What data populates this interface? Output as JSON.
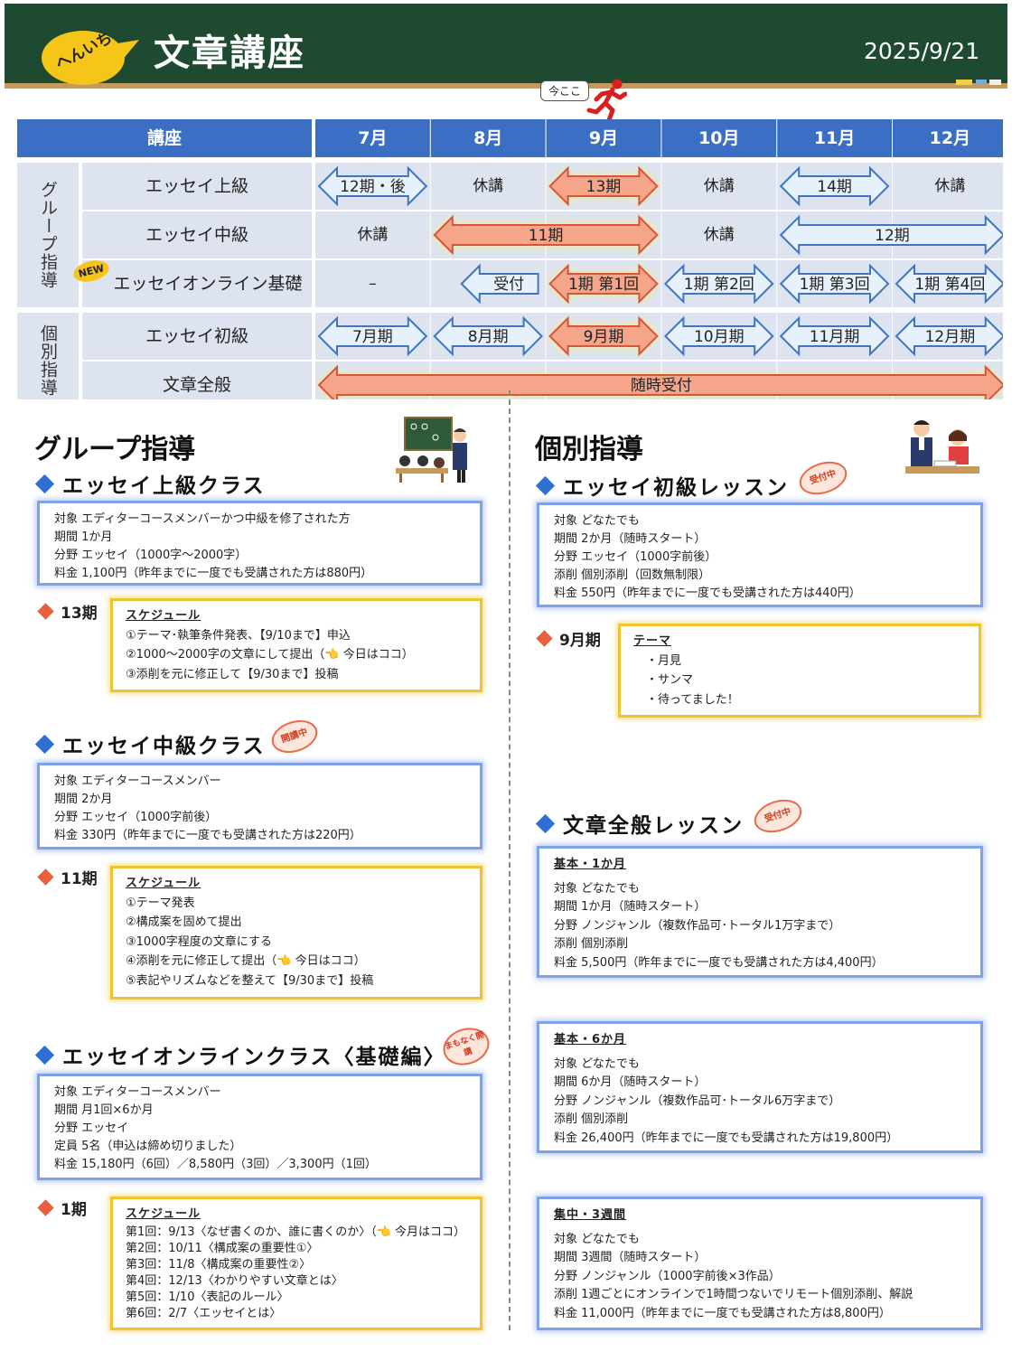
{
  "header": {
    "badge": "へんいち",
    "title": "文章講座",
    "date": "2025/9/21",
    "now_label": "今ここ"
  },
  "schedule": {
    "head_course": "講座",
    "months": [
      "7月",
      "8月",
      "9月",
      "10月",
      "11月",
      "12月"
    ],
    "groups": [
      {
        "label": "グループ指導",
        "rows": [
          0,
          1,
          2
        ]
      },
      {
        "label": "個別指導",
        "rows": [
          3,
          4
        ]
      }
    ],
    "new_badge": "NEW",
    "rows": [
      {
        "course": "エッセイ上級",
        "new": false,
        "cells": [
          {
            "start": 0,
            "span": 1,
            "text": "12期・後",
            "kind": "arrow"
          },
          {
            "start": 1,
            "span": 1,
            "text": "休講",
            "kind": "text"
          },
          {
            "start": 2,
            "span": 1,
            "text": "13期",
            "kind": "current"
          },
          {
            "start": 3,
            "span": 1,
            "text": "休講",
            "kind": "text"
          },
          {
            "start": 4,
            "span": 1,
            "text": "14期",
            "kind": "arrow"
          },
          {
            "start": 5,
            "span": 1,
            "text": "休講",
            "kind": "text"
          }
        ]
      },
      {
        "course": "エッセイ中級",
        "new": false,
        "cells": [
          {
            "start": 0,
            "span": 1,
            "text": "休講",
            "kind": "text"
          },
          {
            "start": 1,
            "span": 2,
            "text": "11期",
            "kind": "current"
          },
          {
            "start": 3,
            "span": 1,
            "text": "休講",
            "kind": "text"
          },
          {
            "start": 4,
            "span": 2,
            "text": "12期",
            "kind": "arrow"
          }
        ]
      },
      {
        "course": "エッセイオンライン基礎",
        "new": true,
        "cells": [
          {
            "start": 0,
            "span": 1,
            "text": "–",
            "kind": "text"
          },
          {
            "start": 1,
            "span": 1,
            "text": "受付",
            "kind": "leftarrow"
          },
          {
            "start": 2,
            "span": 1,
            "text": "1期 第1回",
            "kind": "current"
          },
          {
            "start": 3,
            "span": 1,
            "text": "1期 第2回",
            "kind": "arrow"
          },
          {
            "start": 4,
            "span": 1,
            "text": "1期 第3回",
            "kind": "arrow"
          },
          {
            "start": 5,
            "span": 1,
            "text": "1期 第4回",
            "kind": "arrow"
          }
        ]
      },
      {
        "course": "エッセイ初級",
        "new": false,
        "cells": [
          {
            "start": 0,
            "span": 1,
            "text": "7月期",
            "kind": "arrow"
          },
          {
            "start": 1,
            "span": 1,
            "text": "8月期",
            "kind": "arrow"
          },
          {
            "start": 2,
            "span": 1,
            "text": "9月期",
            "kind": "current"
          },
          {
            "start": 3,
            "span": 1,
            "text": "10月期",
            "kind": "arrow"
          },
          {
            "start": 4,
            "span": 1,
            "text": "11月期",
            "kind": "arrow"
          },
          {
            "start": 5,
            "span": 1,
            "text": "12月期",
            "kind": "arrow"
          }
        ]
      },
      {
        "course": "文章全般",
        "new": false,
        "cells": [
          {
            "start": 0,
            "span": 6,
            "text": "随時受付",
            "kind": "current"
          }
        ]
      }
    ]
  },
  "group": {
    "heading": "グループ指導",
    "advanced": {
      "title": "エッセイ上級クラス",
      "info": [
        "対象 エディターコースメンバーかつ中級を修了された方",
        "期間 1か月",
        "分野 エッセイ（1000字～2000字）",
        "料金 1,100円（昨年までに一度でも受講された方は880円）"
      ],
      "term": "13期",
      "schedule_title": "スケジュール",
      "schedule": [
        "①テーマ･執筆条件発表、【9/10まで】申込",
        "②1000～2000字の文章にして提出（👈 今日はココ）",
        "③添削を元に修正して【9/30まで】投稿"
      ]
    },
    "intermediate": {
      "title": "エッセイ中級クラス",
      "stamp": "開講中",
      "info": [
        "対象 エディターコースメンバー",
        "期間 2か月",
        "分野 エッセイ（1000字前後）",
        "料金 330円（昨年までに一度でも受講された方は220円）"
      ],
      "term": "11期",
      "schedule_title": "スケジュール",
      "schedule": [
        "①テーマ発表",
        "②構成案を固めて提出",
        "③1000字程度の文章にする",
        "④添削を元に修正して提出（👈 今日はココ）",
        "⑤表記やリズムなどを整えて【9/30まで】投稿"
      ]
    },
    "online": {
      "title": "エッセイオンラインクラス〈基礎編〉",
      "stamp": "まもなく開講",
      "info": [
        "対象 エディターコースメンバー",
        "期間 月1回×6か月",
        "分野 エッセイ",
        "定員 5名（申込は締め切りました）",
        "料金 15,180円（6回）／8,580円（3回）／3,300円（1回）"
      ],
      "term": "1期",
      "schedule_title": "スケジュール",
      "schedule": [
        "第1回：9/13〈なぜ書くのか、誰に書くのか〉（👈 今月はココ）",
        "第2回：10/11〈構成案の重要性①〉",
        "第3回：11/8〈構成案の重要性②〉",
        "第4回：12/13〈わかりやすい文章とは〉",
        "第5回：1/10〈表記のルール〉",
        "第6回：2/7〈エッセイとは〉"
      ]
    }
  },
  "individual": {
    "heading": "個別指導",
    "beginner": {
      "title": "エッセイ初級レッスン",
      "stamp": "受付中",
      "info": [
        "対象 どなたでも",
        "期間 2か月（随時スタート）",
        "分野 エッセイ（1000字前後）",
        "添削 個別添削（回数無制限）",
        "料金 550円（昨年までに一度でも受講された方は440円）"
      ],
      "term": "9月期",
      "theme_title": "テーマ",
      "themes": [
        "・月見",
        "・サンマ",
        "・待ってました！"
      ]
    },
    "general": {
      "title": "文章全般レッスン",
      "stamp": "受付中",
      "plans": [
        {
          "name": "基本・1か月",
          "info": [
            "対象 どなたでも",
            "期間 1か月（随時スタート）",
            "分野 ノンジャンル（複数作品可･トータル1万字まで）",
            "添削 個別添削",
            "料金 5,500円（昨年までに一度でも受講された方は4,400円）"
          ]
        },
        {
          "name": "基本・6か月",
          "info": [
            "対象 どなたでも",
            "期間 6か月（随時スタート）",
            "分野 ノンジャンル（複数作品可･トータル6万字まで）",
            "添削 個別添削",
            "料金 26,400円（昨年までに一度でも受講された方は19,800円）"
          ]
        },
        {
          "name": "集中・3週間",
          "info": [
            "対象 どなたでも",
            "期間 3週間（随時スタート）",
            "分野 ノンジャンル（1000字前後×3作品）",
            "添削 1週ごとにオンラインで1時間つないでリモート個別添削、解説",
            "料金 11,000円（昨年までに一度でも受講された方は8,800円）"
          ]
        }
      ]
    }
  },
  "colors": {
    "board": "#1f4a32",
    "table_head": "#3a6fc4",
    "table_cell": "#dde3ef",
    "arrow_fill": "#e6f1fb",
    "arrow_stroke": "#3f75c2",
    "current_fill": "#f4a58a",
    "current_stroke": "#d9553a",
    "glow": "#fff07a"
  },
  "icons": {
    "runner": "running-person-icon",
    "teacher": "teacher-blackboard-icon",
    "tutor": "tutor-student-icon",
    "diamond": "diamond-bullet-icon"
  }
}
